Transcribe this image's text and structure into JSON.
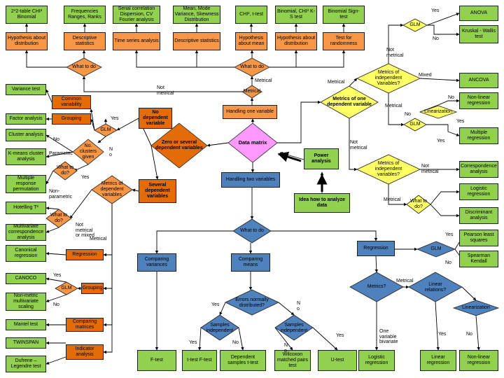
{
  "nodes": {
    "chi2x2": "2*2-table CHI² Binomial",
    "freq": "Frequencies Ranges, Ranks",
    "serial": "Serial correlation Dispersion, CV Fourier analysis",
    "mean_mode": "Mean, Mode Variance, Skewness Distribution",
    "chi_t": "CHI², t-test",
    "binom_ks": "Binomial, CHI² K-S test",
    "binom_sign": "Binomial Sign-test",
    "anova": "ANOVA",
    "kruskal": "Kruskal - Wallis test",
    "hyp_dist_l": "Hypothesis about distribution",
    "desc_stats_l": "Descriptive statistics",
    "time_series": "Time series analysis",
    "desc_stats_r": "Descriptive statistics",
    "hyp_mean": "Hypothesis about mean",
    "hyp_dist_r": "Hypothesis about distribution",
    "test_random": "Test for randomness",
    "ancova": "ANCOVA",
    "nonlin_reg_top": "Non-linear regression",
    "multi_reg": "Multiple regression",
    "corresp": "Correspondence analysis",
    "logistic_r": "Logistic regression",
    "discrim": "Discriminant analysis",
    "pearson": "Pearson least squares",
    "spearman": "Spearman Kendall",
    "variance_test": "Variance test",
    "common_var": "Common variability",
    "factor": "Factor analysis",
    "grouping": "Grouping",
    "cluster": "Cluster analysis",
    "kmeans": "K-means cluster analysis",
    "multi_resp": "Multiple response permutation",
    "hotelling": "Hotelling T²",
    "multi_corresp": "Multivariate correspondence analysis",
    "canonical": "Canonical regression",
    "regression_or": "Regression",
    "canoco": "CANOCO",
    "grouping2": "Grouping",
    "nmds": "Non-metric multivariate scaling",
    "mantel": "Mantel test",
    "comp_matrices": "Comparing matrices",
    "twinspan": "TWINSPAN",
    "indicator": "Indicator analysis",
    "dufrene": "Dufrene – Legendre test",
    "no_dep": "No dependent variable",
    "zero_several": "Zero or several dependent variables",
    "several_dep": "Several dependent variables",
    "handling_one": "Handling one variable",
    "handling_two": "Handling two variables",
    "data_matrix": "Data matrix",
    "power": "Power analysis",
    "idea": "Idea how to analyze data",
    "comp_var": "Comparing variances",
    "comp_means": "Comparing means",
    "regression_b": "Regression",
    "ftest": "F-test",
    "ttest": "t-test F-test",
    "dep_samples": "Dependent samples t-test",
    "wilcoxon": "Wilcoxon matched pairs test",
    "utest": "U-test",
    "logistic_b": "Logistic regression",
    "linear_reg": "Linear regression",
    "nonlin_reg_b": "Non-linear regression"
  },
  "decisions": {
    "what_todo_tl": "What to do",
    "what_todo_top": "What to do",
    "metrical_center": "Metrical",
    "glm_top": "GLM",
    "metrics_indep1": "Metrics of independent Variables?",
    "metrics_dep": "Metrics of one dependent variable",
    "linearization_top": "Linearization",
    "glm_mid": "GLM",
    "metrics_indep2": "Metrics of independent variables?",
    "what_todo_right": "What to do?",
    "glm_left": "GLM",
    "no_clusters": "No. clusters given",
    "what_todo_left": "What to do?",
    "metrics_dep_vars": "Metrics of dependent variables",
    "what_todo_left2": "What to do?",
    "glm_left2": "GLM",
    "what_todo_center": "What to do",
    "errors_normal": "Errors normally distributed?",
    "samples_indep_l": "Samples independent",
    "samples_indep_r": "Samples independent",
    "glm_right": "GLM",
    "metrics_q": "Metrics?",
    "linear_rel": "Linear relations?",
    "linearization_b": "Linearization"
  },
  "labels": {
    "l1": "Yes",
    "l2": "No",
    "l3": "Not metrical",
    "l4": "Metrical",
    "l5": "Mixed",
    "l6": "Metrical",
    "l7": "No",
    "l8": "No",
    "l9": "Yes",
    "l10": "Yes",
    "l11": "Not metrical",
    "l12": "Not metrical",
    "l13": "Metrical",
    "l14": "Metrical",
    "l15": "Not metrical",
    "l16": "Yes",
    "l17": "No",
    "l18": "Parametric",
    "l19": "N o",
    "l20": "Yes",
    "l21": "Non-parametric",
    "l22": "Not metrical or mixed",
    "l23": "Metrical",
    "l24": "Yes",
    "l25": "No",
    "l26": "Yes",
    "l27": "N o",
    "l28": "Yes",
    "l29": "No",
    "l30": "N o",
    "l31": "Yes",
    "l32": "Yes",
    "l33": "No",
    "l34": "Metrical",
    "l35": "One variable bivariate",
    "l36": "Yes",
    "l37": "No"
  },
  "colors": {
    "green": "#92d050",
    "orange": "#f79646",
    "dark_orange": "#e36c09",
    "blue": "#4f81bd",
    "pink": "#ff99ff",
    "yellow": "#ffff66",
    "line": "#000000"
  }
}
